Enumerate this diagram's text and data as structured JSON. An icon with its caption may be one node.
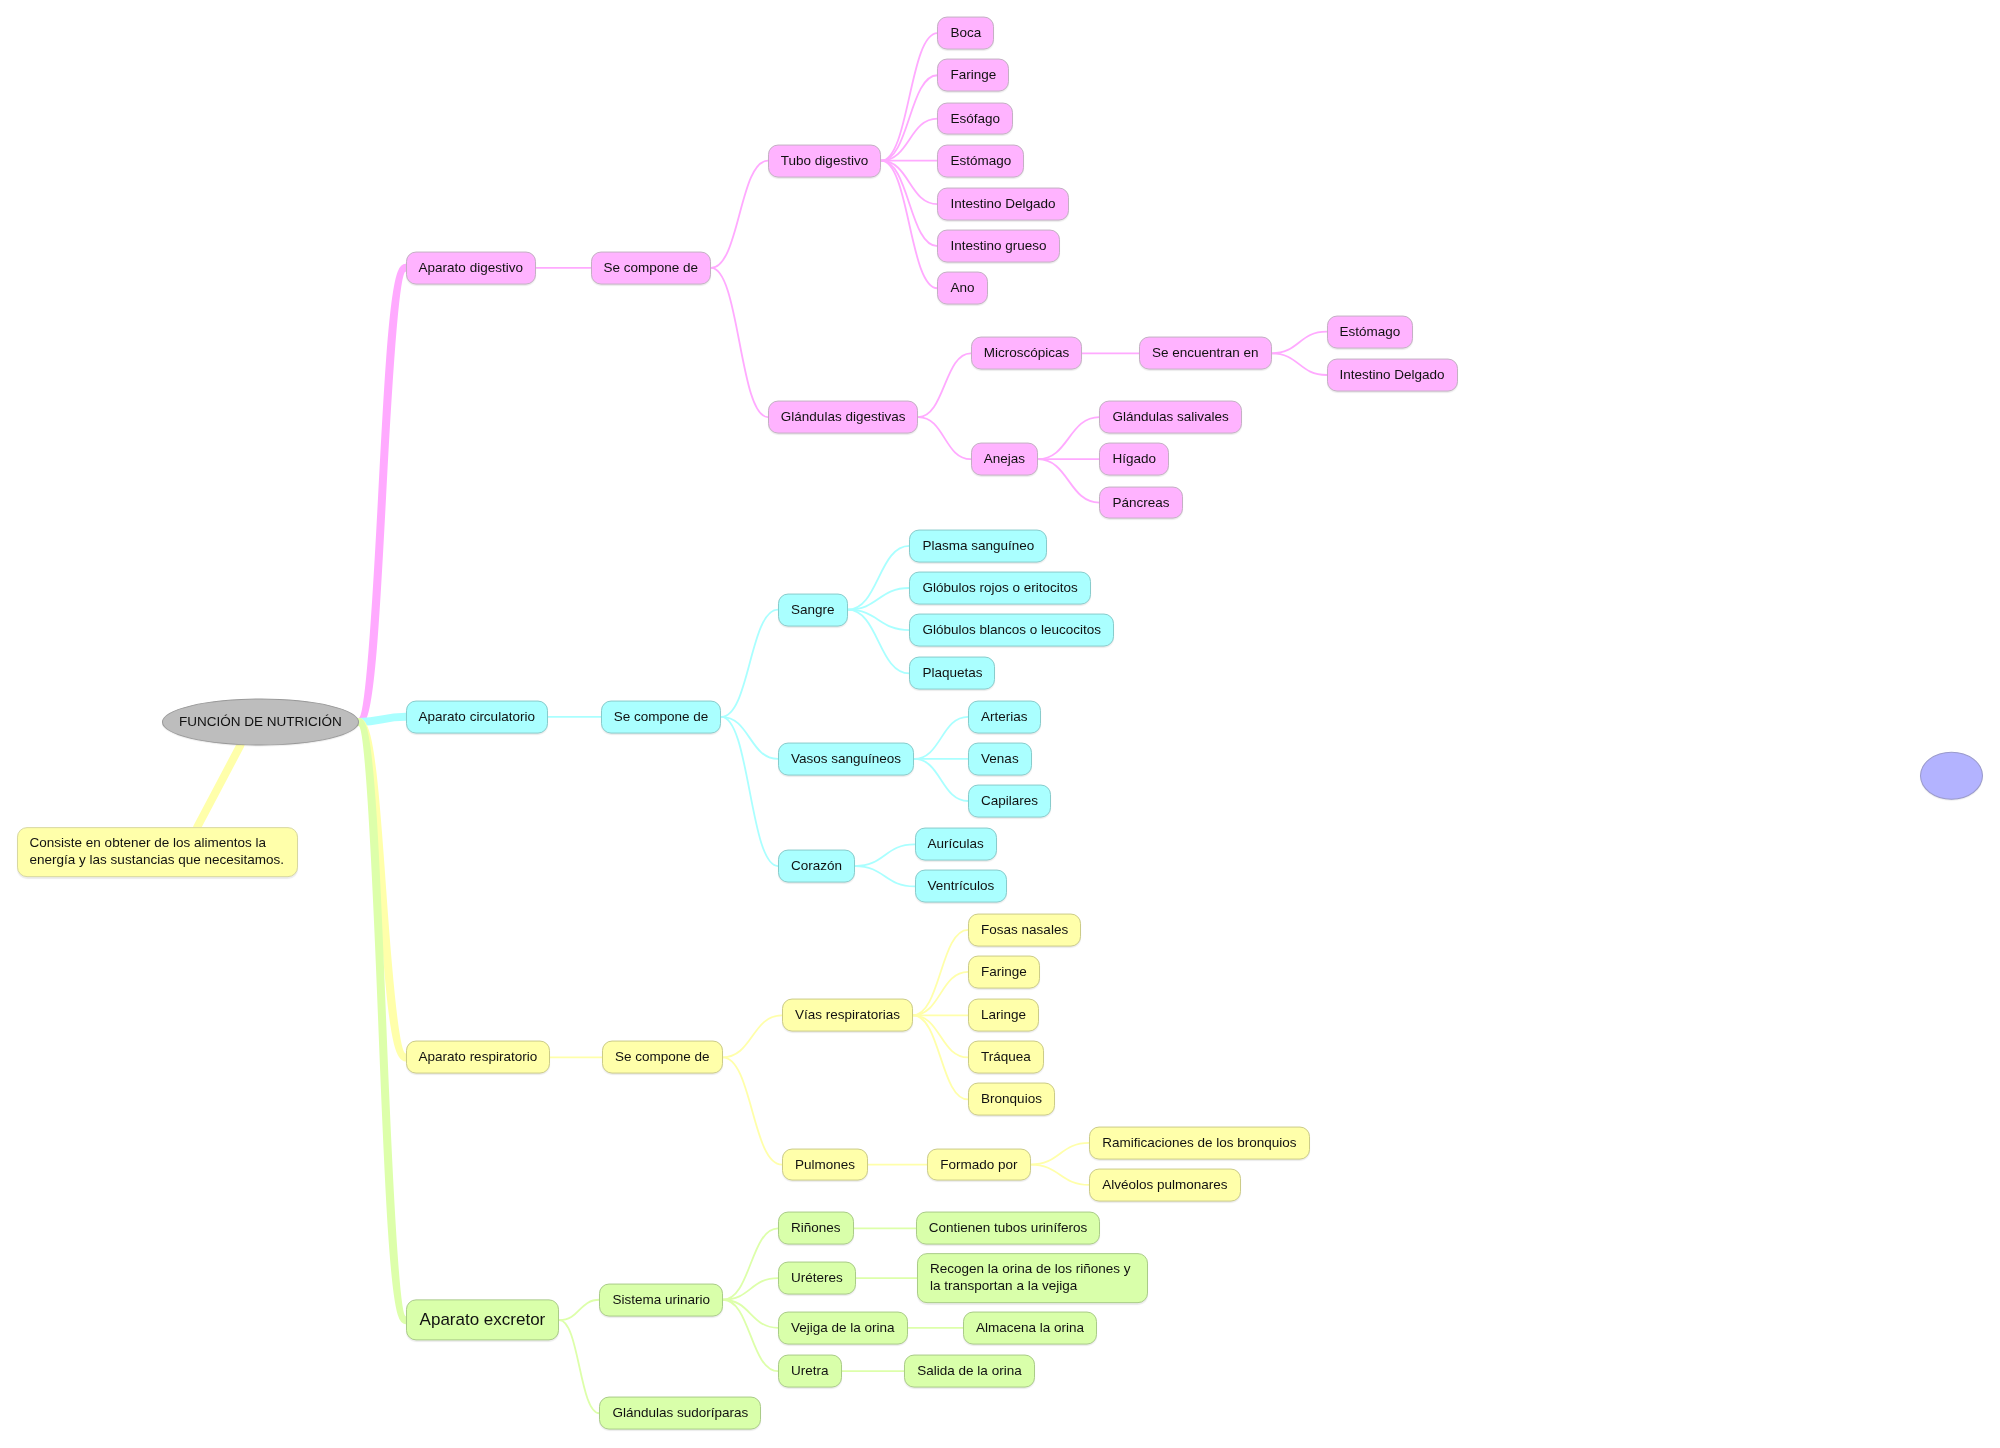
{
  "diagram": {
    "nodes": [
      {
        "text": [
          "FUNCIÓN DE NUTRICIÓN"
        ]
      },
      {
        "text": [
          "Consiste en obtener de los alimentos la energía y las sustancias que necesitamos."
        ]
      },
      {
        "text": [
          "Aparato digestivo"
        ]
      },
      {
        "text": [
          "Se compone de"
        ]
      },
      {
        "text": [
          "Tubo digestivo"
        ]
      },
      {
        "text": [
          "Boca"
        ]
      },
      {
        "text": [
          "Faringe"
        ]
      },
      {
        "text": [
          "Esófago"
        ]
      },
      {
        "text": [
          "Estómago"
        ]
      },
      {
        "text": [
          "Intestino Delgado"
        ]
      },
      {
        "text": [
          "Intestino grueso"
        ]
      },
      {
        "text": [
          "Ano"
        ]
      },
      {
        "text": [
          "Glándulas digestivas"
        ]
      },
      {
        "text": [
          "Microscópicas"
        ]
      },
      {
        "text": [
          "Se encuentran en"
        ]
      },
      {
        "text": [
          "Estómago"
        ]
      },
      {
        "text": [
          "Intestino Delgado"
        ]
      },
      {
        "text": [
          "Anejas"
        ]
      },
      {
        "text": [
          "Glándulas salivales"
        ]
      },
      {
        "text": [
          "Hígado"
        ]
      },
      {
        "text": [
          "Páncreas"
        ]
      },
      {
        "text": [
          "Aparato circulatorio"
        ]
      },
      {
        "text": [
          "Se compone de"
        ]
      },
      {
        "text": [
          "Sangre"
        ]
      },
      {
        "text": [
          "Plasma sanguíneo"
        ]
      },
      {
        "text": [
          "Glóbulos rojos o eritocitos"
        ]
      },
      {
        "text": [
          "Glóbulos blancos o leucocitos"
        ]
      },
      {
        "text": [
          "Plaquetas"
        ]
      },
      {
        "text": [
          "Vasos sanguíneos"
        ]
      },
      {
        "text": [
          "Arterias"
        ]
      },
      {
        "text": [
          "Venas"
        ]
      },
      {
        "text": [
          "Capilares"
        ]
      },
      {
        "text": [
          "Corazón"
        ]
      },
      {
        "text": [
          "Aurículas"
        ]
      },
      {
        "text": [
          "Ventrículos"
        ]
      },
      {
        "text": [
          "Aparato respiratorio"
        ]
      },
      {
        "text": [
          "Se compone de"
        ]
      },
      {
        "text": [
          "Vías respiratorias"
        ]
      },
      {
        "text": [
          "Fosas nasales"
        ]
      },
      {
        "text": [
          "Faringe"
        ]
      },
      {
        "text": [
          "Laringe"
        ]
      },
      {
        "text": [
          "Tráquea"
        ]
      },
      {
        "text": [
          "Bronquios"
        ]
      },
      {
        "text": [
          "Pulmones"
        ]
      },
      {
        "text": [
          "Formado por"
        ]
      },
      {
        "text": [
          "Ramificaciones de los bronquios"
        ]
      },
      {
        "text": [
          "Alvéolos pulmonares"
        ]
      },
      {
        "text": [
          "Aparato excretor"
        ]
      },
      {
        "text": [
          "Sistema urinario"
        ]
      },
      {
        "text": [
          "Riñones"
        ]
      },
      {
        "text": [
          "Contienen tubos uriníferos"
        ]
      },
      {
        "text": [
          "Uréteres"
        ]
      },
      {
        "text": [
          "Recogen la orina de los riñones y la transportan a la vejiga"
        ]
      },
      {
        "text": [
          "Vejiga de la orina"
        ]
      },
      {
        "text": [
          "Almacena la orina"
        ]
      },
      {
        "text": [
          "Uretra"
        ]
      },
      {
        "text": [
          "Salida de la orina"
        ]
      },
      {
        "text": [
          "Glándulas sudoríparas"
        ]
      },
      {
        "text": [],
        "shape": "circle"
      }
    ],
    "edges": [
      {
        "from": 0,
        "to": 1,
        "arrow": "none",
        "style": "thick",
        "color": "#ffffaa"
      },
      {
        "from": 0,
        "to": 2,
        "arrow": "none",
        "style": "thick",
        "color": "#ffaaff"
      },
      {
        "from": 0,
        "to": 21,
        "arrow": "none",
        "style": "thick",
        "color": "#aaffff"
      },
      {
        "from": 0,
        "to": 35,
        "arrow": "none",
        "style": "thick",
        "color": "#ffffaa"
      },
      {
        "from": 0,
        "to": 47,
        "arrow": "none",
        "style": "thick",
        "color": "#ddffaa"
      },
      {
        "from": 2,
        "to": 3,
        "arrow": "none",
        "color": "#ffaaff"
      },
      {
        "from": 3,
        "to": 4,
        "arrow": "none",
        "color": "#ffaaff"
      },
      {
        "from": 4,
        "to": 5,
        "arrow": "none",
        "color": "#ffaaff"
      },
      {
        "from": 4,
        "to": 6,
        "arrow": "none",
        "color": "#ffaaff"
      },
      {
        "from": 4,
        "to": 7,
        "arrow": "none",
        "color": "#ffaaff"
      },
      {
        "from": 4,
        "to": 8,
        "arrow": "none",
        "color": "#ffaaff"
      },
      {
        "from": 4,
        "to": 9,
        "arrow": "none",
        "color": "#ffaaff"
      },
      {
        "from": 4,
        "to": 10,
        "arrow": "none",
        "color": "#ffaaff"
      },
      {
        "from": 4,
        "to": 11,
        "arrow": "none",
        "color": "#ffaaff"
      },
      {
        "from": 3,
        "to": 12,
        "arrow": "none",
        "color": "#ffaaff"
      },
      {
        "from": 12,
        "to": 13,
        "arrow": "none",
        "color": "#ffaaff"
      },
      {
        "from": 13,
        "to": 14,
        "arrow": "none",
        "color": "#ffaaff"
      },
      {
        "from": 14,
        "to": 15,
        "arrow": "none",
        "color": "#ffaaff"
      },
      {
        "from": 14,
        "to": 16,
        "arrow": "none",
        "color": "#ffaaff"
      },
      {
        "from": 12,
        "to": 17,
        "arrow": "none",
        "color": "#ffaaff"
      },
      {
        "from": 17,
        "to": 18,
        "arrow": "none",
        "color": "#ffaaff"
      },
      {
        "from": 17,
        "to": 19,
        "arrow": "none",
        "color": "#ffaaff"
      },
      {
        "from": 17,
        "to": 20,
        "arrow": "none",
        "color": "#ffaaff"
      },
      {
        "from": 21,
        "to": 22,
        "arrow": "none",
        "color": "#aaffff"
      },
      {
        "from": 22,
        "to": 23,
        "arrow": "none",
        "color": "#aaffff"
      },
      {
        "from": 23,
        "to": 24,
        "arrow": "none",
        "color": "#aaffff"
      },
      {
        "from": 23,
        "to": 25,
        "arrow": "none",
        "color": "#aaffff"
      },
      {
        "from": 23,
        "to": 26,
        "arrow": "none",
        "color": "#aaffff"
      },
      {
        "from": 23,
        "to": 27,
        "arrow": "none",
        "color": "#aaffff"
      },
      {
        "from": 22,
        "to": 28,
        "arrow": "none",
        "color": "#aaffff"
      },
      {
        "from": 28,
        "to": 29,
        "arrow": "none",
        "color": "#aaffff"
      },
      {
        "from": 28,
        "to": 30,
        "arrow": "none",
        "color": "#aaffff"
      },
      {
        "from": 28,
        "to": 31,
        "arrow": "none",
        "color": "#aaffff"
      },
      {
        "from": 22,
        "to": 32,
        "arrow": "none",
        "color": "#aaffff"
      },
      {
        "from": 32,
        "to": 33,
        "arrow": "none",
        "color": "#aaffff"
      },
      {
        "from": 32,
        "to": 34,
        "arrow": "none",
        "color": "#aaffff"
      },
      {
        "from": 35,
        "to": 36,
        "arrow": "none",
        "color": "#ffffaa"
      },
      {
        "from": 36,
        "to": 37,
        "arrow": "none",
        "color": "#ffffaa"
      },
      {
        "from": 37,
        "to": 38,
        "arrow": "none",
        "color": "#ffffaa"
      },
      {
        "from": 37,
        "to": 39,
        "arrow": "none",
        "color": "#ffffaa"
      },
      {
        "from": 37,
        "to": 40,
        "arrow": "none",
        "color": "#ffffaa"
      },
      {
        "from": 37,
        "to": 41,
        "arrow": "none",
        "color": "#ffffaa"
      },
      {
        "from": 37,
        "to": 42,
        "arrow": "none",
        "color": "#ffffaa"
      },
      {
        "from": 36,
        "to": 43,
        "arrow": "none",
        "color": "#ffffaa"
      },
      {
        "from": 43,
        "to": 44,
        "arrow": "none",
        "color": "#ffffaa"
      },
      {
        "from": 44,
        "to": 45,
        "arrow": "none",
        "color": "#ffffaa"
      },
      {
        "from": 44,
        "to": 46,
        "arrow": "none",
        "color": "#ffffaa"
      },
      {
        "from": 47,
        "to": 48,
        "arrow": "none",
        "color": "#ddffaa"
      },
      {
        "from": 48,
        "to": 49,
        "arrow": "none",
        "color": "#ddffaa"
      },
      {
        "from": 49,
        "to": 50,
        "arrow": "none",
        "color": "#ddffaa"
      },
      {
        "from": 48,
        "to": 51,
        "arrow": "none",
        "color": "#ddffaa"
      },
      {
        "from": 51,
        "to": 52,
        "arrow": "none",
        "color": "#ddffaa"
      },
      {
        "from": 48,
        "to": 53,
        "arrow": "none",
        "color": "#ddffaa"
      },
      {
        "from": 53,
        "to": 54,
        "arrow": "none",
        "color": "#ddffaa"
      },
      {
        "from": 48,
        "to": 55,
        "arrow": "none",
        "color": "#ddffaa"
      },
      {
        "from": 55,
        "to": 56,
        "arrow": "none",
        "color": "#ddffaa"
      },
      {
        "from": 47,
        "to": 57,
        "arrow": "none",
        "color": "#ddffaa"
      }
    ]
  }
}
